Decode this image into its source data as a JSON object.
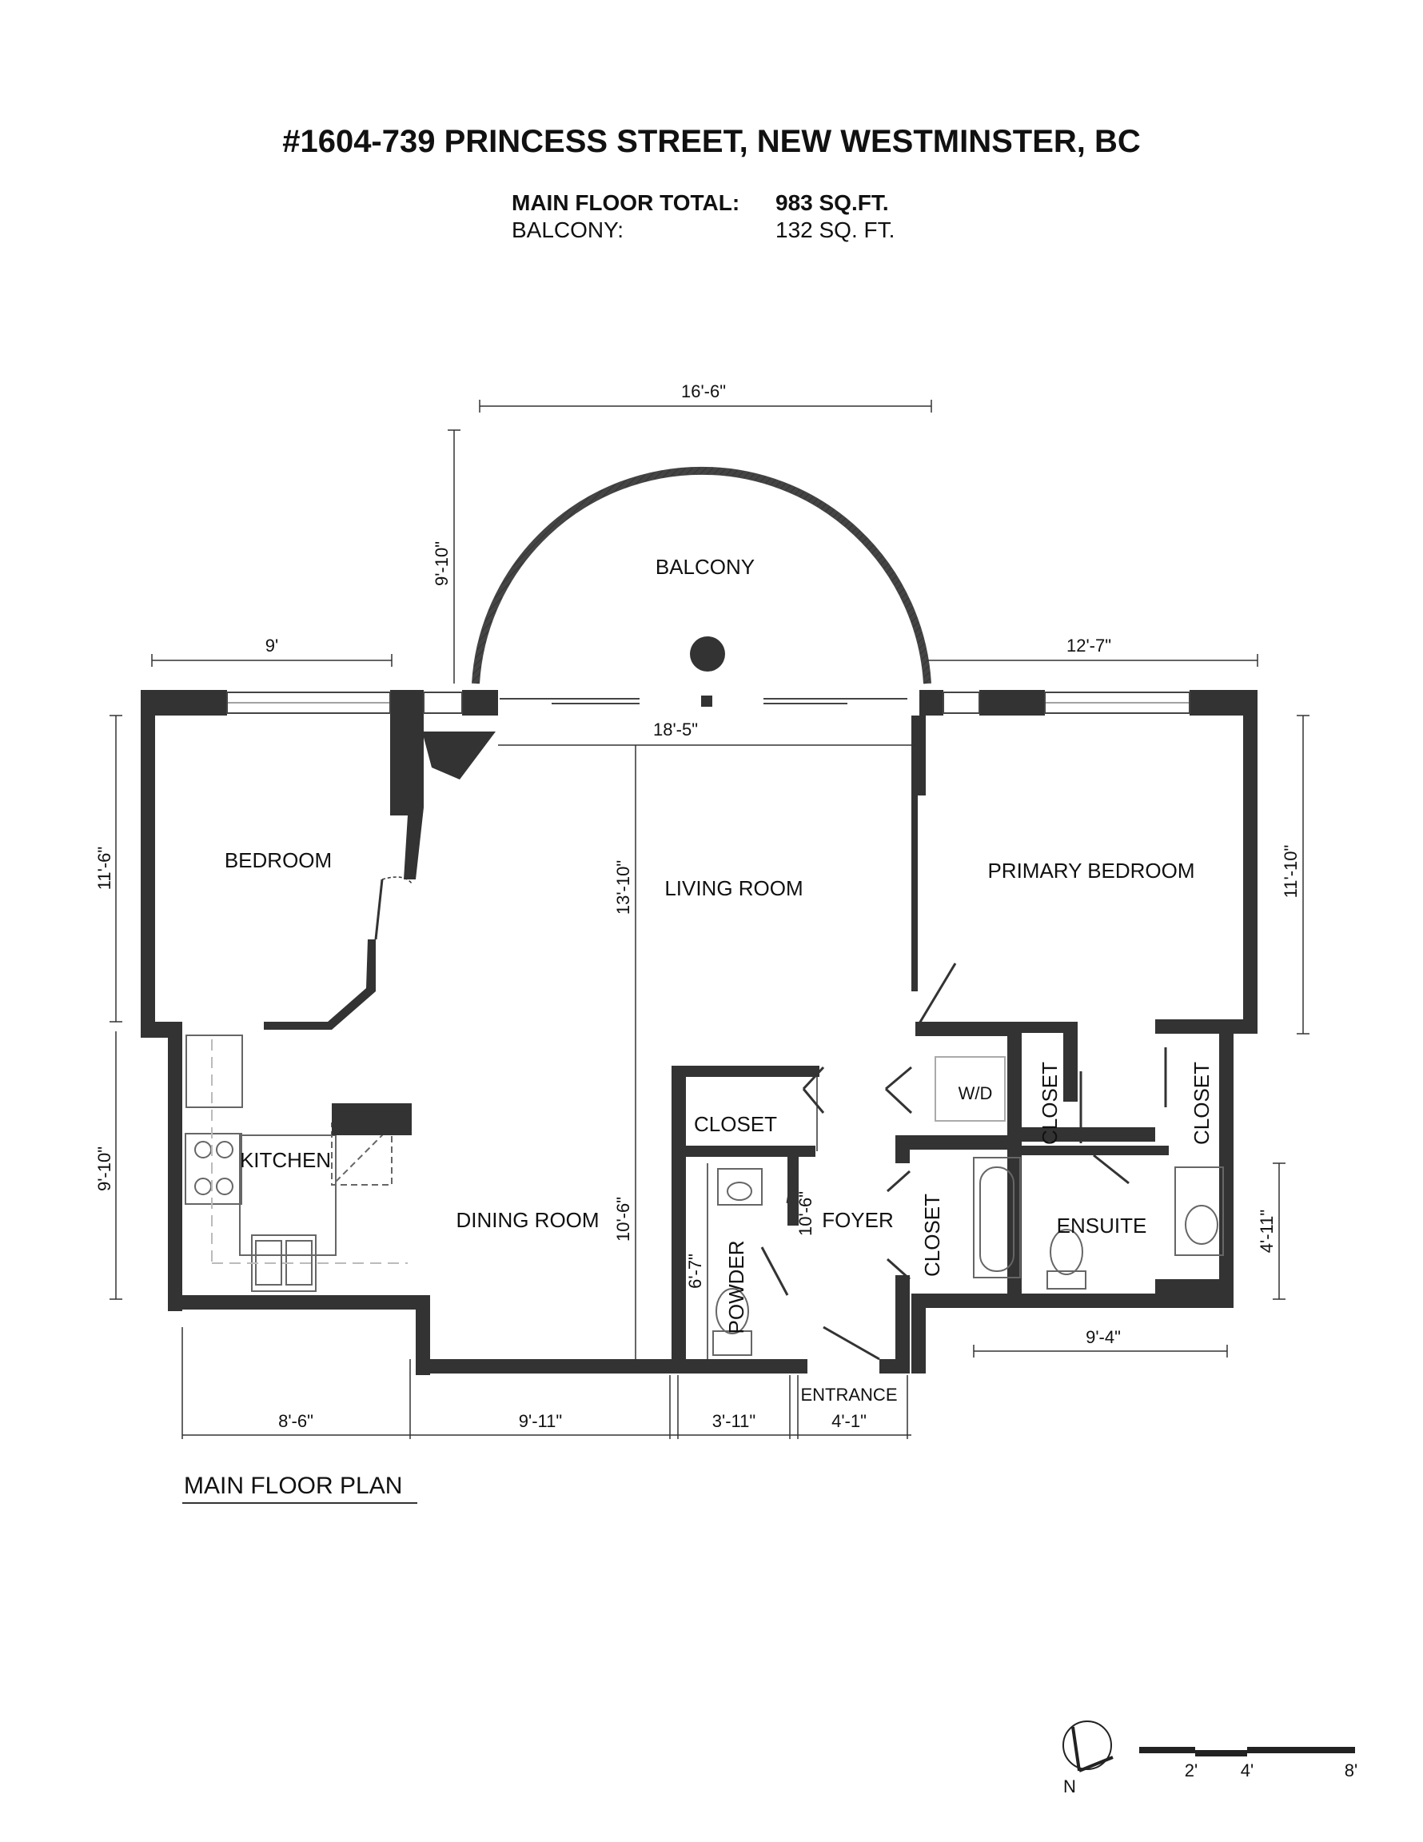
{
  "title": "#1604-739 PRINCESS STREET, NEW WESTMINSTER, BC",
  "areas": [
    {
      "label": "MAIN FLOOR TOTAL:",
      "value": "983 SQ.FT."
    },
    {
      "label": "BALCONY:",
      "value": "132 SQ. FT."
    }
  ],
  "rooms": {
    "balcony": "BALCONY",
    "bedroom": "BEDROOM",
    "living_room": "LIVING ROOM",
    "primary_bedroom": "PRIMARY BEDROOM",
    "kitchen": "KITCHEN",
    "dining_room": "DINING ROOM",
    "closet_hall": "CLOSET",
    "powder": "POWDER",
    "foyer": "FOYER",
    "closet_foyer": "CLOSET",
    "wd": "W/D",
    "closet_primary_1": "CLOSET",
    "closet_primary_2": "CLOSET",
    "ensuite": "ENSUITE",
    "entrance": "ENTRANCE"
  },
  "dimensions": {
    "balcony_width": "16'-6\"",
    "balcony_depth": "9'-10\"",
    "bedroom_width": "9'",
    "primary_width": "12'-7\"",
    "living_width": "18'-5\"",
    "bedroom_depth": "11'-6\"",
    "living_depth": "13'-10\"",
    "primary_depth": "11'-10\"",
    "kitchen_depth": "9'-10\"",
    "dining_depth": "10'-6\"",
    "powder_depth": "6'-7\"",
    "foyer_depth": "10'-6\"",
    "ensuite_depth": "4'-11\"",
    "ensuite_width": "9'-4\"",
    "bottom_1": "8'-6\"",
    "bottom_2": "9'-11\"",
    "bottom_3": "3'-11\"",
    "bottom_4": "4'-1\""
  },
  "plan_caption": "MAIN FLOOR PLAN",
  "north_label": "N",
  "scale_labels": [
    "2'",
    "4'",
    "8'"
  ]
}
